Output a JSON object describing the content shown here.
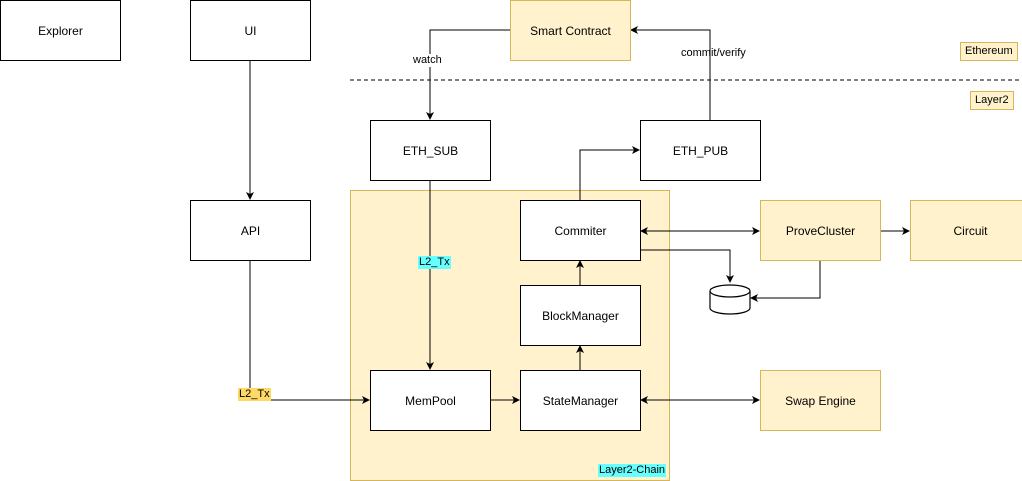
{
  "diagram": {
    "zones": {
      "ethereum": "Ethereum",
      "layer2": "Layer2"
    },
    "container": {
      "label": "Layer2-Chain"
    },
    "nodes": {
      "explorer": "Explorer",
      "ui": "UI",
      "api": "API",
      "smart_contract": "Smart Contract",
      "eth_sub": "ETH_SUB",
      "eth_pub": "ETH_PUB",
      "commiter": "Commiter",
      "block_manager": "BlockManager",
      "state_manager": "StateManager",
      "mempool": "MemPool",
      "prove_cluster": "ProveCluster",
      "circuit": "Circuit",
      "swap_engine": "Swap Engine",
      "database": "database-icon"
    },
    "edge_labels": {
      "watch": "watch",
      "commit_verify": "commit/verify",
      "l2_tx_sub": "L2_Tx",
      "l2_tx_api": "L2_Tx"
    },
    "edges": [
      {
        "from": "UI",
        "to": "API",
        "direction": "forward"
      },
      {
        "from": "API",
        "to": "MemPool",
        "label": "L2_Tx",
        "direction": "forward"
      },
      {
        "from": "Smart Contract",
        "to": "ETH_SUB",
        "label": "watch",
        "direction": "forward"
      },
      {
        "from": "ETH_PUB",
        "to": "Smart Contract",
        "label": "commit/verify",
        "direction": "forward"
      },
      {
        "from": "ETH_SUB",
        "to": "MemPool",
        "label": "L2_Tx",
        "direction": "forward"
      },
      {
        "from": "MemPool",
        "to": "StateManager",
        "direction": "forward"
      },
      {
        "from": "StateManager",
        "to": "BlockManager",
        "direction": "forward"
      },
      {
        "from": "BlockManager",
        "to": "Commiter",
        "direction": "forward"
      },
      {
        "from": "Commiter",
        "to": "ETH_PUB",
        "direction": "forward"
      },
      {
        "from": "Commiter",
        "to": "ProveCluster",
        "direction": "both"
      },
      {
        "from": "Commiter",
        "to": "Database",
        "direction": "forward"
      },
      {
        "from": "ProveCluster",
        "to": "Database",
        "direction": "forward"
      },
      {
        "from": "ProveCluster",
        "to": "Circuit",
        "direction": "forward"
      },
      {
        "from": "StateManager",
        "to": "Swap Engine",
        "direction": "both"
      }
    ],
    "colors": {
      "highlight_fill": "#fff2cc",
      "highlight_stroke": "#d6b656",
      "label_cyan": "#66ffff",
      "label_gold": "#ffd966"
    }
  }
}
